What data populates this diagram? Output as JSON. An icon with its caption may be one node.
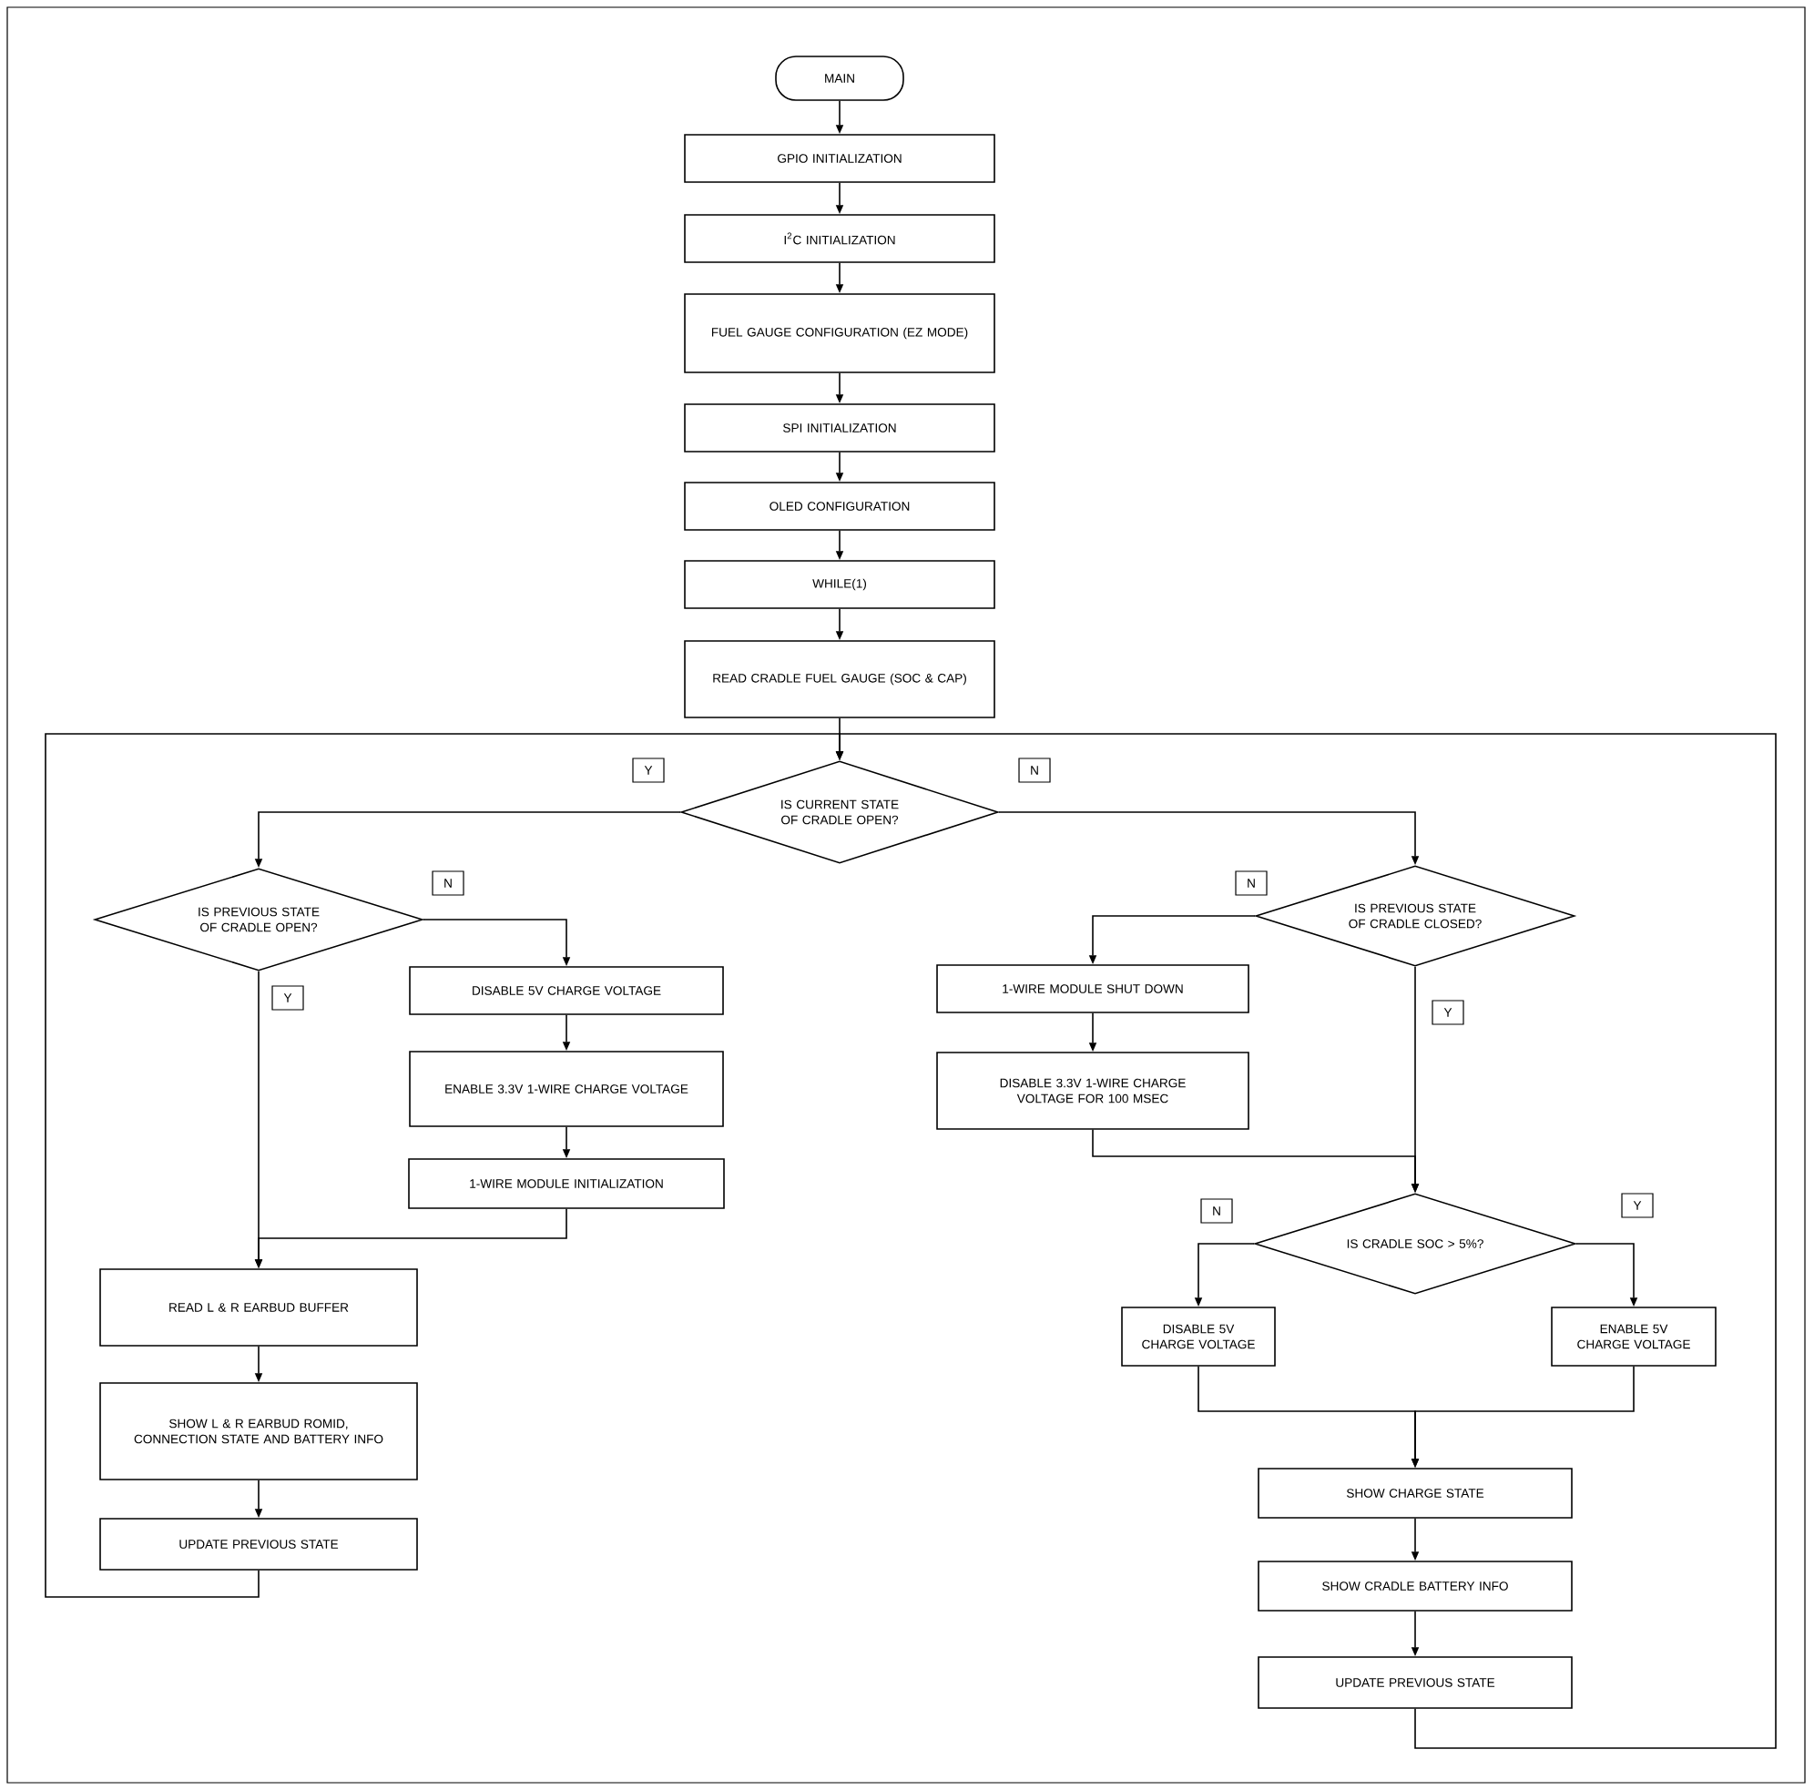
{
  "diagram": {
    "nodes": [
      {
        "text": [
          "MAIN"
        ]
      },
      {
        "text": [
          "GPIO INITIALIZATION"
        ]
      },
      {
        "text": [
          "I$^{2}$C INITIALIZATION"
        ]
      },
      {
        "text": [
          "FUEL GAUGE CONFIGURATION (EZ MODE)"
        ]
      },
      {
        "text": [
          "SPI INITIALIZATION"
        ]
      },
      {
        "text": [
          "OLED CONFIGURATION"
        ]
      },
      {
        "text": [
          "WHILE(1)"
        ]
      },
      {
        "text": [
          "READ CRADLE FUEL GAUGE (SOC & CAP)"
        ]
      },
      {
        "text": [
          "IS CURRENT STATE OF CRADLE OPEN?"
        ]
      },
      {
        "text": [
          "IS PREVIOUS STATE OF CRADLE OPEN?"
        ]
      },
      {
        "text": [
          "DISABLE 5V CHARGE VOLTAGE"
        ]
      },
      {
        "text": [
          "ENABLE 3.3V 1-WIRE CHARGE VOLTAGE"
        ]
      },
      {
        "text": [
          "1-WIRE MODULE INITIALIZATION"
        ]
      },
      {
        "text": [
          "READ L & R EARBUD BUFFER"
        ]
      },
      {
        "text": [
          "SHOW L & R EARBUD ROMID, CONNECTION STATE AND BATTERY INFO"
        ]
      },
      {
        "text": [
          "UPDATE PREVIOUS STATE"
        ]
      },
      {
        "text": [
          "IS PREVIOUS STATE OF CRADLE CLOSED?"
        ]
      },
      {
        "text": [
          "1-WIRE MODULE SHUT DOWN"
        ]
      },
      {
        "text": [
          "DISABLE 3.3V 1-WIRE CHARGE VOLTAGE FOR 100 MSEC"
        ]
      },
      {
        "text": [
          "IS CRADLE SOC > 5%?"
        ]
      },
      {
        "text": [
          "DISABLE 5V CHARGE VOLTAGE"
        ]
      },
      {
        "text": [
          "ENABLE 5V CHARGE VOLTAGE"
        ]
      },
      {
        "text": [
          "SHOW CHARGE STATE"
        ]
      },
      {
        "text": [
          "SHOW CRADLE BATTERY INFO"
        ]
      },
      {
        "text": [
          "UPDATE PREVIOUS STATE"
        ]
      }
    ],
    "edges": [
      {
        "from": 0,
        "to": 1,
        "arrow": "to"
      },
      {
        "from": 1,
        "to": 2,
        "arrow": "to"
      },
      {
        "from": 2,
        "to": 3,
        "arrow": "to"
      },
      {
        "from": 3,
        "to": 4,
        "arrow": "to"
      },
      {
        "from": 4,
        "to": 5,
        "arrow": "to"
      },
      {
        "from": 5,
        "to": 6,
        "arrow": "to"
      },
      {
        "from": 6,
        "to": 7,
        "arrow": "to"
      },
      {
        "from": 7,
        "to": 8,
        "arrow": "to"
      },
      {
        "from": 8,
        "to": 9,
        "arrow": "to",
        "label": "Y"
      },
      {
        "from": 8,
        "to": 16,
        "arrow": "to",
        "label": "N"
      },
      {
        "from": 9,
        "to": 10,
        "arrow": "to",
        "label": "N"
      },
      {
        "from": 10,
        "to": 11,
        "arrow": "to"
      },
      {
        "from": 11,
        "to": 12,
        "arrow": "to"
      },
      {
        "from": 12,
        "to": 13,
        "arrow": "to"
      },
      {
        "from": 9,
        "to": 13,
        "arrow": "to",
        "label": "Y"
      },
      {
        "from": 13,
        "to": 14,
        "arrow": "to"
      },
      {
        "from": 14,
        "to": 15,
        "arrow": "to"
      },
      {
        "from": 15,
        "to": 8,
        "arrow": "to"
      },
      {
        "from": 16,
        "to": 17,
        "arrow": "to",
        "label": "N"
      },
      {
        "from": 17,
        "to": 18,
        "arrow": "to"
      },
      {
        "from": 18,
        "to": 19,
        "arrow": "to"
      },
      {
        "from": 16,
        "to": 19,
        "arrow": "to",
        "label": "Y"
      },
      {
        "from": 19,
        "to": 20,
        "arrow": "to",
        "label": "N"
      },
      {
        "from": 19,
        "to": 21,
        "arrow": "to",
        "label": "Y"
      },
      {
        "from": 20,
        "to": 22,
        "arrow": "to"
      },
      {
        "from": 21,
        "to": 22,
        "arrow": "to"
      },
      {
        "from": 22,
        "to": 23,
        "arrow": "to"
      },
      {
        "from": 23,
        "to": 24,
        "arrow": "to"
      },
      {
        "from": 24,
        "to": 8,
        "arrow": "to"
      }
    ]
  }
}
